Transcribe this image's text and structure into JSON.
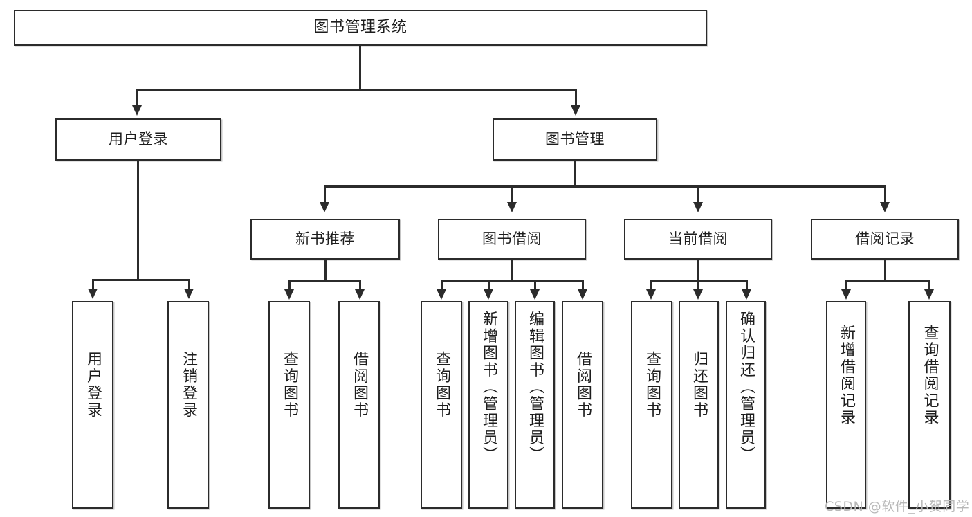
{
  "diagram": {
    "title": "图书管理系统",
    "type": "tree-hierarchy-diagram",
    "root": {
      "label": "图书管理系统"
    },
    "level2": [
      {
        "label": "用户登录"
      },
      {
        "label": "图书管理"
      }
    ],
    "level3": [
      {
        "label": "新书推荐"
      },
      {
        "label": "图书借阅"
      },
      {
        "label": "当前借阅"
      },
      {
        "label": "借阅记录"
      }
    ],
    "leaves": {
      "user_login": [
        {
          "label": "用户登录"
        },
        {
          "label": "注销登录"
        }
      ],
      "new_book_recommend": [
        {
          "label": "查询图书"
        },
        {
          "label": "借阅图书"
        }
      ],
      "book_borrow": [
        {
          "label": "查询图书"
        },
        {
          "label": "新增图书（管理员）"
        },
        {
          "label": "编辑图书（管理员）"
        },
        {
          "label": "借阅图书"
        }
      ],
      "current_borrow": [
        {
          "label": "查询图书"
        },
        {
          "label": "归还图书"
        },
        {
          "label": "确认归还（管理员）"
        }
      ],
      "borrow_record": [
        {
          "label": "新增借阅记录"
        },
        {
          "label": "查询借阅记录"
        }
      ]
    }
  },
  "watermark": {
    "text": "CSDN @软件_小贺同学"
  },
  "colors": {
    "stroke": "#2b2b2b",
    "fill": "#ffffff",
    "text": "#1d1d1d",
    "watermark": "#b9b9b9"
  }
}
